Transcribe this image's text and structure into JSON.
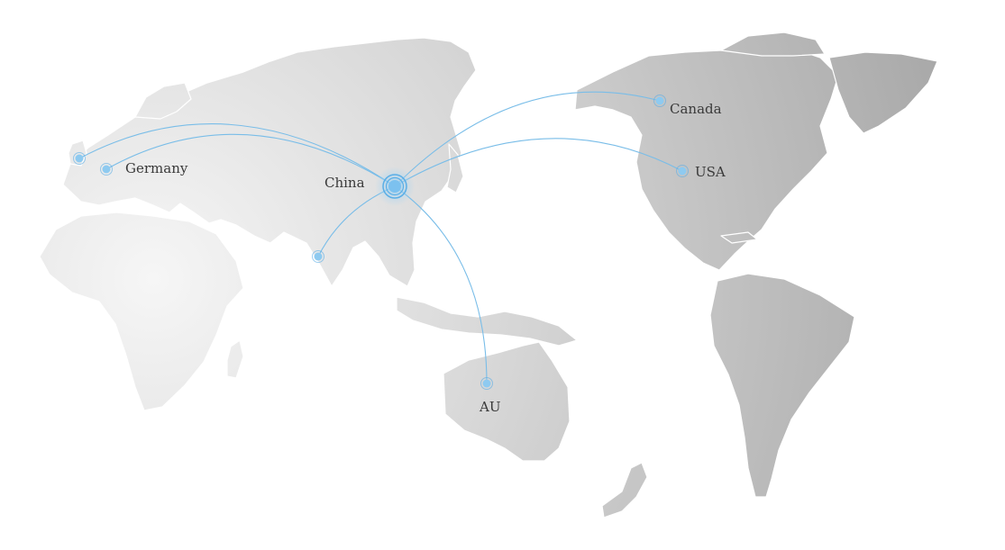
{
  "colors": {
    "land_light": "#e9e9e9",
    "land_dark": "#a8a8a8",
    "route": "#79bde8",
    "node_fill": "#8ecaf0",
    "node_ring": "#5aaee6",
    "hub_fill": "#7cc1ef",
    "label": "#3a3a3a"
  },
  "hub": {
    "name": "China",
    "icon": "hub-pulse-icon"
  },
  "destinations": [
    {
      "id": "uk",
      "name": "",
      "icon": "location-dot-icon"
    },
    {
      "id": "germany",
      "name": "Germany",
      "icon": "location-dot-icon"
    },
    {
      "id": "india",
      "name": "",
      "icon": "location-dot-icon"
    },
    {
      "id": "canada",
      "name": "Canada",
      "icon": "location-dot-icon"
    },
    {
      "id": "usa",
      "name": "USA",
      "icon": "location-dot-icon"
    },
    {
      "id": "au",
      "name": "AU",
      "icon": "location-dot-icon"
    }
  ],
  "routes": [
    {
      "from": "China",
      "to": "uk"
    },
    {
      "from": "China",
      "to": "germany"
    },
    {
      "from": "China",
      "to": "india"
    },
    {
      "from": "China",
      "to": "canada"
    },
    {
      "from": "China",
      "to": "usa"
    },
    {
      "from": "China",
      "to": "au"
    }
  ]
}
